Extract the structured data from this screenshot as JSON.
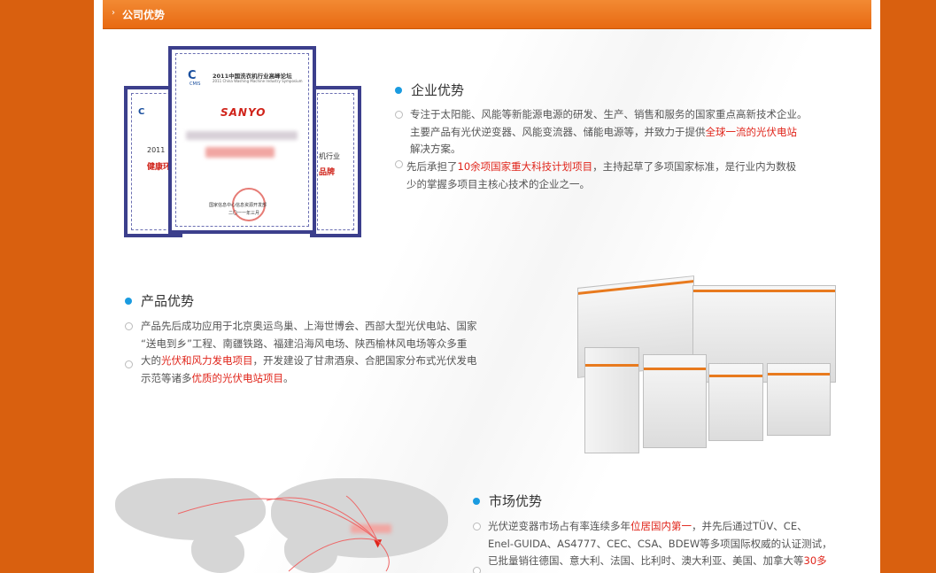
{
  "header": {
    "title": "公司优势"
  },
  "certificate": {
    "forum_title": "2011中国洗衣机行业高峰论坛",
    "forum_subtitle": "2011 China Washing Machine Industry Symposium",
    "cmis_logo": "CMIS",
    "brand": "SANYO",
    "issuer": "国家信息中心信息资源开发部",
    "date": "二〇一一年三月",
    "left_cert_year": "2011",
    "left_cert_red": "健康环",
    "right_cert_text": "机行业",
    "right_cert_red": "品牌"
  },
  "sections": [
    {
      "title": "企业优势",
      "para1": [
        "专注于太阳能、风能等新能源电源的研发、生产、销售和服务的国家重点高新技术企业。",
        "主要产品有光伏逆变器、风能变流器、储能电源等，并致力于提供",
        "全球一流的光伏电站",
        "解决方案。"
      ],
      "para2": [
        "先后承担了",
        "10余项国家重大科技计划项目",
        "，主持起草了多项国家标准，是行业内为数极",
        "少的掌握多项目主核心技术的企业之一。"
      ]
    },
    {
      "title": "产品优势",
      "para1": [
        "产品先后成功应用于北京奥运鸟巢、上海世博会、西部大型光伏电站、国家",
        "“送电到乡”工程、南疆铁路、福建沿海风电场、陕西榆林风电场等众多重",
        "大的",
        "光伏和风力发电项目",
        "，开发建设了甘肃酒泉、合肥国家分布式光伏发电",
        "示范等诸多",
        "优质的光伏电站项目",
        "。"
      ]
    },
    {
      "title": "市场优势",
      "para1": [
        "光伏逆变器市场占有率连续多年",
        "位居国内第一",
        "，并先后通过TÜV、CE、",
        "Enel-GUIDA、AS4777、CEC、CSA、BDEW等多项国际权威的认证测试，",
        "已批量销往德国、意大利、法国、比利时、澳大利亚、美国、加拿大等",
        "30多"
      ]
    }
  ],
  "colors": {
    "accent": "#e86a12",
    "bullet": "#1a9be0",
    "highlight": "#e0251b",
    "cert_border": "#3c3f8c"
  }
}
